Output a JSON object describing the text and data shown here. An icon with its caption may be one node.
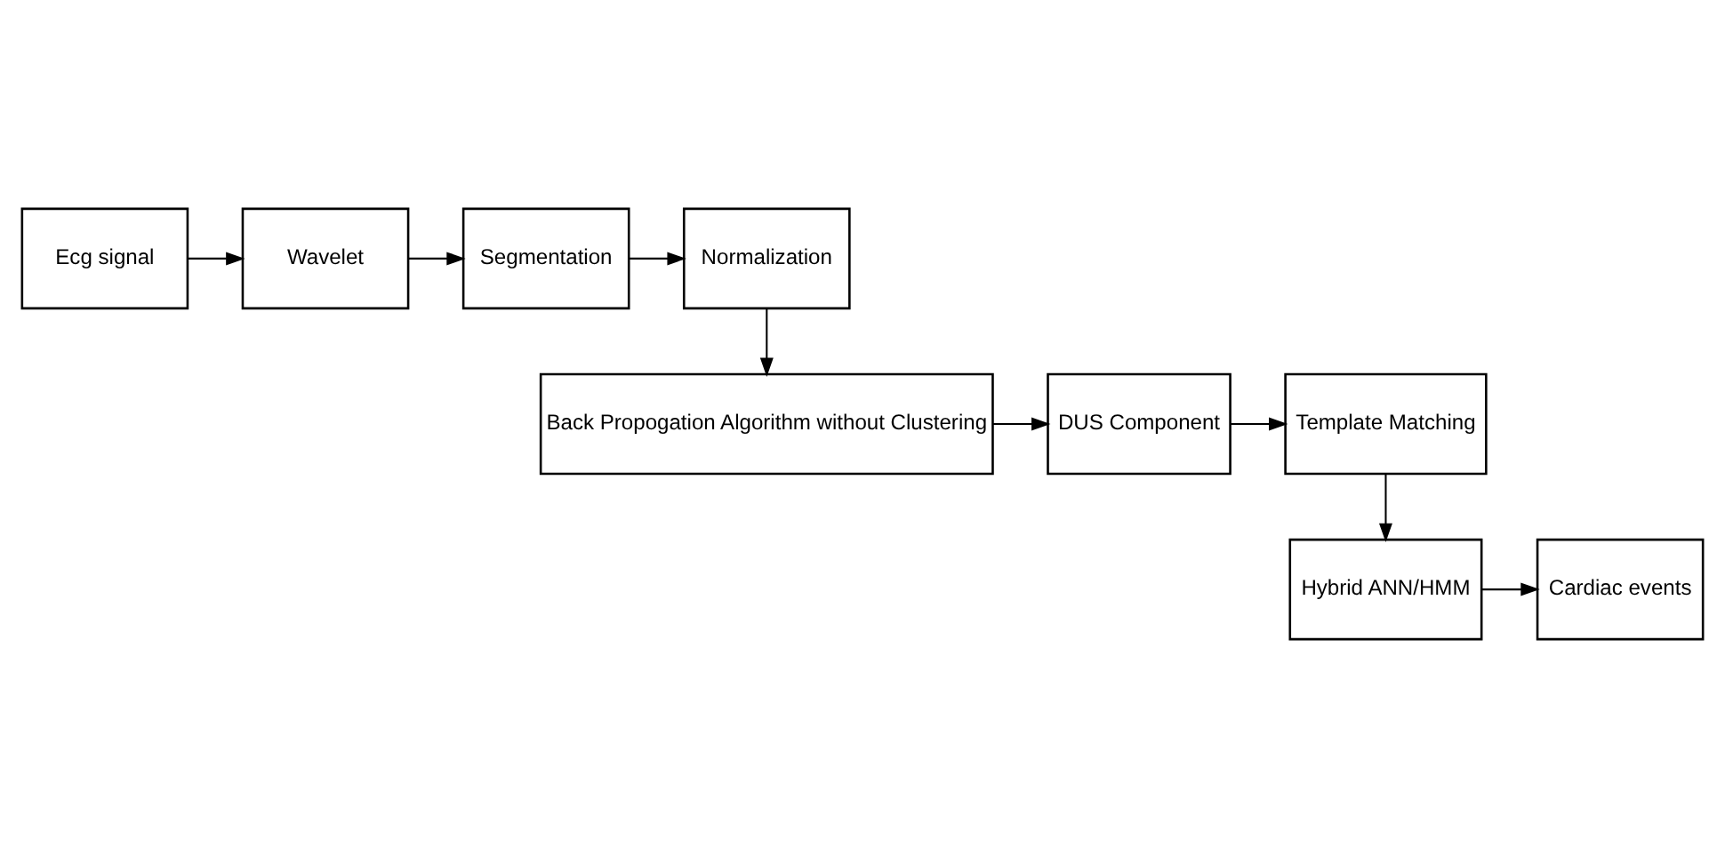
{
  "diagram": {
    "nodes": [
      {
        "text": [
          "Ecg signal"
        ]
      },
      {
        "text": [
          "Wavelet"
        ]
      },
      {
        "text": [
          "Segmentation"
        ]
      },
      {
        "text": [
          "Normalization"
        ]
      },
      {
        "text": [
          "Back Propogation Algorithm without Clustering"
        ]
      },
      {
        "text": [
          "DUS Component"
        ]
      },
      {
        "text": [
          "Template Matching"
        ]
      },
      {
        "text": [
          "Hybrid ANN/HMM"
        ]
      },
      {
        "text": [
          "Cardiac events"
        ]
      }
    ],
    "edges": [
      {
        "from": 0,
        "to": 1,
        "arrow": "to"
      },
      {
        "from": 1,
        "to": 2,
        "arrow": "to"
      },
      {
        "from": 2,
        "to": 3,
        "arrow": "to"
      },
      {
        "from": 3,
        "to": 4,
        "arrow": "to"
      },
      {
        "from": 4,
        "to": 5,
        "arrow": "to"
      },
      {
        "from": 5,
        "to": 6,
        "arrow": "to"
      },
      {
        "from": 6,
        "to": 7,
        "arrow": "to"
      },
      {
        "from": 7,
        "to": 8,
        "arrow": "to"
      }
    ]
  }
}
